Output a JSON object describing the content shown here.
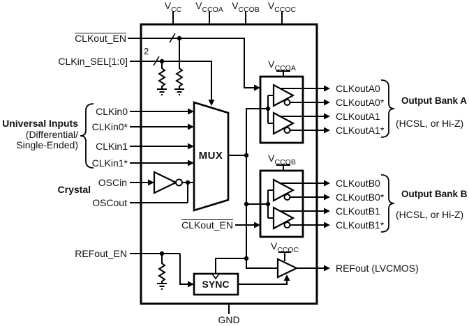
{
  "colors": {
    "line": "#000000",
    "background": "#ffffff",
    "text": "#111111"
  },
  "diagram": {
    "top_pins": {
      "vcc": {
        "base": "V",
        "sub": "CC"
      },
      "vccoa": {
        "base": "V",
        "sub": "CCOA"
      },
      "vccob": {
        "base": "V",
        "sub": "CCOB"
      },
      "vccoc": {
        "base": "V",
        "sub": "CCOC"
      }
    },
    "left": {
      "clkout_en": "CLKout_EN",
      "clkin_sel": "CLKin_SEL[1:0]",
      "bus_width": "2",
      "universal_title": "Universal Inputs",
      "universal_line2": "(Differential/",
      "universal_line3": "Single-Ended)",
      "clkin": [
        "CLKin0",
        "CLKin0*",
        "CLKin1",
        "CLKin1*"
      ],
      "crystal": "Crystal",
      "oscin": "OSCin",
      "oscout": "OSCout",
      "refout_en": "REFout_EN"
    },
    "core": {
      "mux": "MUX",
      "sync": "SYNC",
      "clkout_en_b": "CLKout_EN",
      "gnd": "GND"
    },
    "bank_a": {
      "supply": {
        "base": "V",
        "sub": "CCOA"
      },
      "outputs": [
        "CLKoutA0",
        "CLKoutA0*",
        "CLKoutA1",
        "CLKoutA1*"
      ],
      "title": "Output Bank A",
      "subtitle": "(HCSL, or Hi-Z)"
    },
    "bank_b": {
      "supply": {
        "base": "V",
        "sub": "CCOB"
      },
      "outputs": [
        "CLKoutB0",
        "CLKoutB0*",
        "CLKoutB1",
        "CLKoutB1*"
      ],
      "title": "Output Bank B",
      "subtitle": "(HCSL, or Hi-Z)"
    },
    "refout": {
      "supply": {
        "base": "V",
        "sub": "CCOC"
      },
      "label": "REFout (LVCMOS)"
    }
  }
}
